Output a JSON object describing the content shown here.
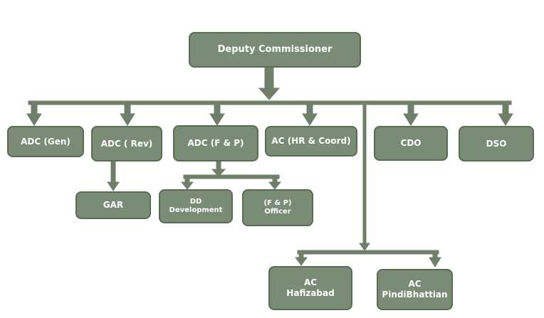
{
  "colors": {
    "node_fill": "#7a8c75",
    "node_border": "#5a6b55",
    "connector": "#6f7f6a",
    "text": "#ffffff"
  },
  "nodes": {
    "deputy_commissioner": "Deputy Commissioner",
    "adc_gen": "ADC (Gen)",
    "adc_rev": "ADC ( Rev)",
    "adc_fp": "ADC (F & P)",
    "ac_hr": "AC (HR & Coord)",
    "cdo": "CDO",
    "dso": "DSO",
    "gar": "GAR",
    "dd_development": {
      "line1": "DD",
      "line2": "Development"
    },
    "fp_officer": {
      "line1": "(F & P)",
      "line2": "Officer"
    },
    "ac_hafizabad": {
      "line1": "AC",
      "line2": "Hafizabad"
    },
    "ac_pindibhattian": {
      "line1": "AC",
      "line2": "PindiBhattian"
    }
  }
}
